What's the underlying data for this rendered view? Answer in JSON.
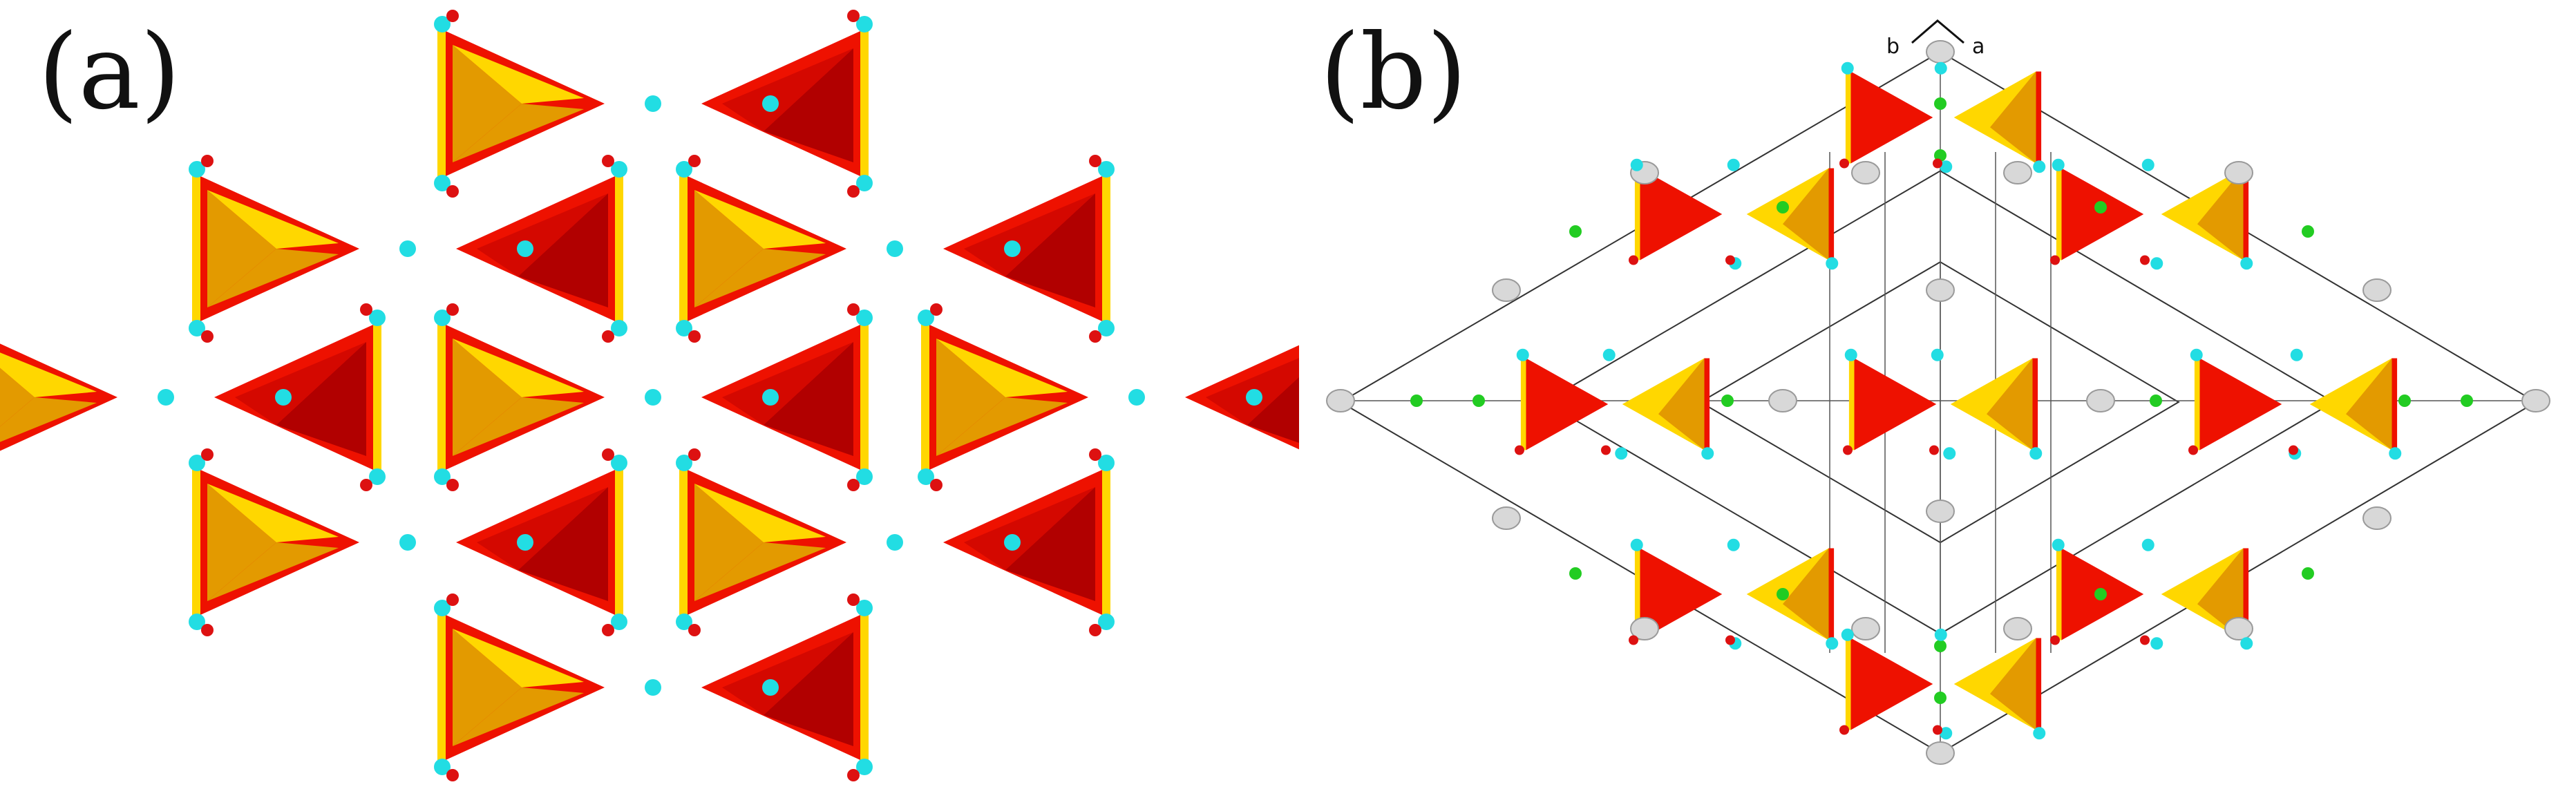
{
  "panels": [
    {
      "label": "(a)",
      "name": "kagome-layer-view"
    },
    {
      "label": "(b)",
      "name": "unit-cell-3d-view"
    }
  ],
  "axis_glyph": {
    "left": "b",
    "right": "a"
  },
  "colors": {
    "tetra_red": "#ee1100",
    "tetra_dark_red": "#b10000",
    "tetra_yellow": "#ffd700",
    "tetra_orange": "#e39a00",
    "atom_cyan": "#22dde3",
    "atom_red": "#dd1111",
    "atom_green": "#22cc22",
    "atom_gray": "#d8d8d8",
    "cell_edge": "#333333"
  }
}
